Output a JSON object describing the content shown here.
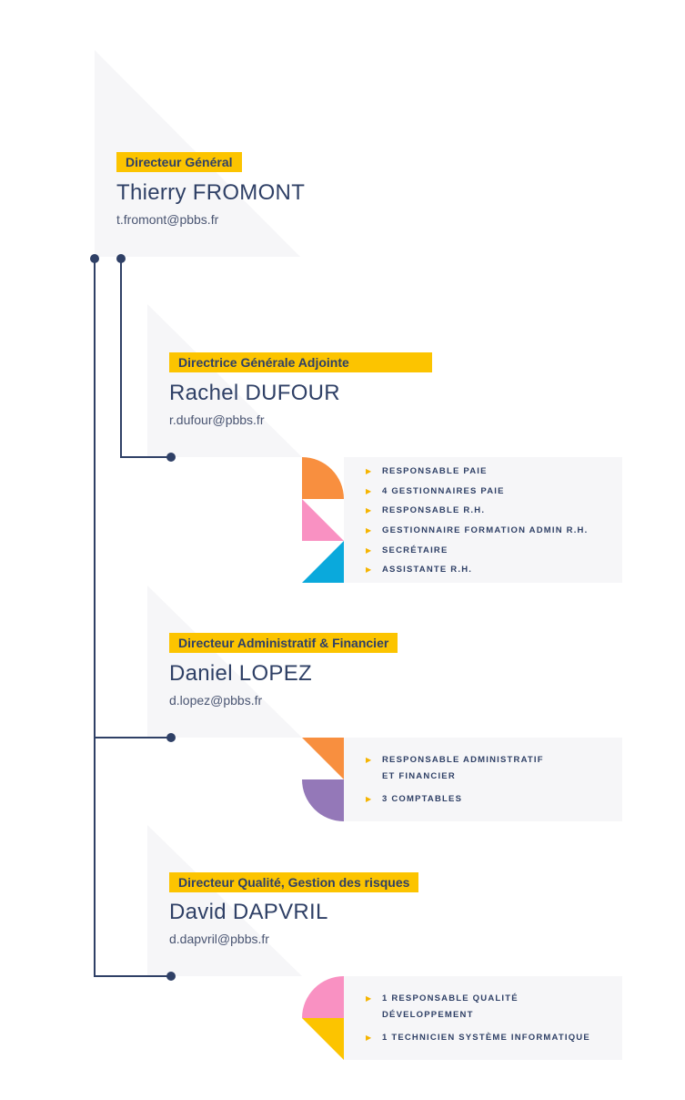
{
  "colors": {
    "navy": "#2f4066",
    "yellow": "#fcc400",
    "orange": "#f88f3f",
    "pink": "#f991c2",
    "blue": "#0aa9dc",
    "purple": "#9478b8",
    "panel": "#f6f6f8"
  },
  "director_general": {
    "role": "Directeur Général",
    "name": "Thierry FROMONT",
    "email": "t.fromont@pbbs.fr"
  },
  "deputy": {
    "role": "Directrice Générale Adjointe",
    "name": "Rachel DUFOUR",
    "email": "r.dufour@pbbs.fr",
    "team": [
      "RESPONSABLE PAIE",
      "4 GESTIONNAIRES PAIE",
      "RESPONSABLE R.H.",
      "GESTIONNAIRE FORMATION ADMIN R.H.",
      "SECRÉTAIRE",
      "ASSISTANTE R.H."
    ]
  },
  "finance": {
    "role": "Directeur Administratif & Financier",
    "name": "Daniel LOPEZ",
    "email": "d.lopez@pbbs.fr",
    "team": [
      "RESPONSABLE ADMINISTRATIF\nET FINANCIER",
      "3 COMPTABLES"
    ]
  },
  "quality": {
    "role": "Directeur Qualité, Gestion des risques",
    "name": "David DAPVRIL",
    "email": "d.dapvril@pbbs.fr",
    "team": [
      "1 RESPONSABLE QUALITÉ\nDÉVELOPPEMENT",
      "1 TECHNICIEN SYSTÈME INFORMATIQUE"
    ]
  }
}
